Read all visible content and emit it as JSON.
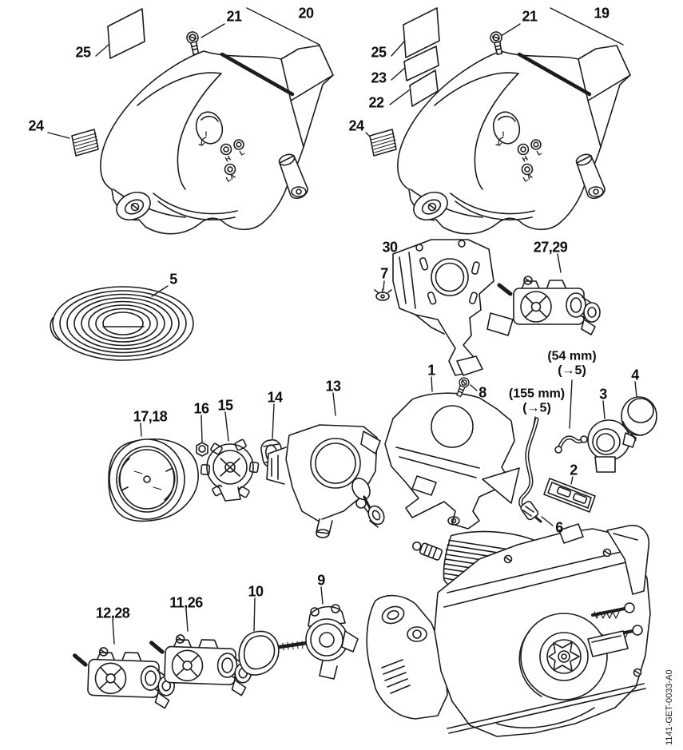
{
  "figure": {
    "code": "1141-GET-0033-A0",
    "background": "#ffffff",
    "line_color": "#1c1c1c",
    "label_color": "#0e0e0e"
  },
  "callouts": {
    "c25L": {
      "text": "25"
    },
    "c21L": {
      "text": "21"
    },
    "c20": {
      "text": "20"
    },
    "c24L": {
      "text": "24"
    },
    "c5": {
      "text": "5"
    },
    "c25R": {
      "text": "25"
    },
    "c23": {
      "text": "23"
    },
    "c22": {
      "text": "22"
    },
    "c21R": {
      "text": "21"
    },
    "c19": {
      "text": "19"
    },
    "c24R": {
      "text": "24"
    },
    "c30": {
      "text": "30"
    },
    "c7": {
      "text": "7"
    },
    "c2729": {
      "text": "27,29"
    },
    "c1": {
      "text": "1"
    },
    "c8": {
      "text": "8"
    },
    "c3": {
      "text": "3"
    },
    "c4": {
      "text": "4"
    },
    "c2": {
      "text": "2"
    },
    "c6": {
      "text": "6"
    },
    "c1718": {
      "text": "17,18"
    },
    "c16": {
      "text": "16"
    },
    "c15": {
      "text": "15"
    },
    "c14": {
      "text": "14"
    },
    "c13": {
      "text": "13"
    },
    "c1228": {
      "text": "12,28"
    },
    "c1126": {
      "text": "11,26"
    },
    "c10": {
      "text": "10"
    },
    "c9": {
      "text": "9"
    }
  },
  "dimensions": {
    "hose_long": {
      "length": "(155 mm)",
      "ref": "(→5)"
    },
    "hose_short": {
      "length": "(54 mm)",
      "ref": "(→5)"
    }
  },
  "cover_markings": {
    "high": "H",
    "low": "L",
    "idle": "LA"
  }
}
